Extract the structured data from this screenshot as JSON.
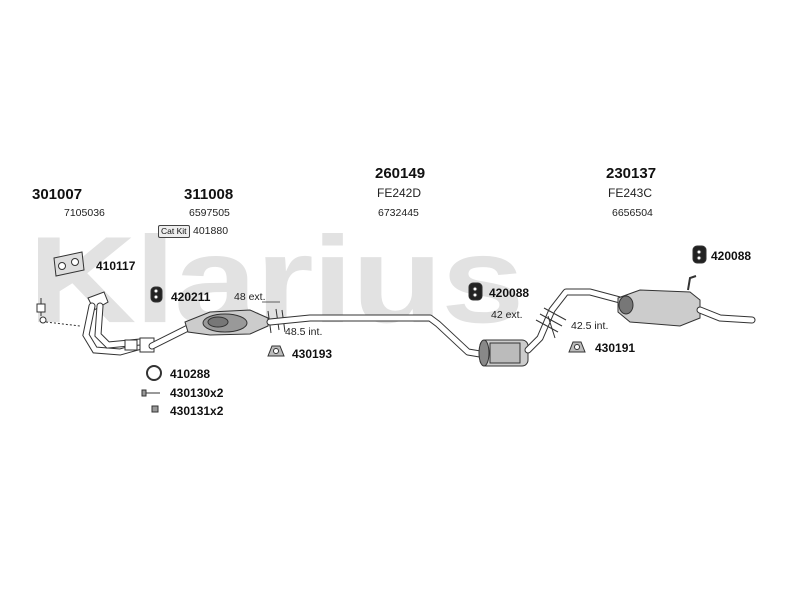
{
  "watermark": "Klarius",
  "groups": [
    {
      "id": "g1",
      "part": "301007",
      "ref": "7105036"
    },
    {
      "id": "g2",
      "part": "311008",
      "ref": "6597505"
    },
    {
      "id": "g3",
      "part": "260149",
      "sub": "FE242D",
      "ref": "6732445"
    },
    {
      "id": "g4",
      "part": "230137",
      "sub": "FE243C",
      "ref": "6656504"
    }
  ],
  "catkit": {
    "label": "Cat Kit",
    "number": "401880"
  },
  "fittings": {
    "f410117": "410117",
    "f420211": "420211",
    "f430193": "430193",
    "f410288": "410288",
    "f430130": "430130x2",
    "f430131": "430131x2",
    "f420088a": "420088",
    "f430191": "430191",
    "f420088b": "420088"
  },
  "notes": {
    "n48ext": "48 ext.",
    "n485int": "48.5 int.",
    "n42ext": "42 ext.",
    "n425int": "42.5 int."
  }
}
